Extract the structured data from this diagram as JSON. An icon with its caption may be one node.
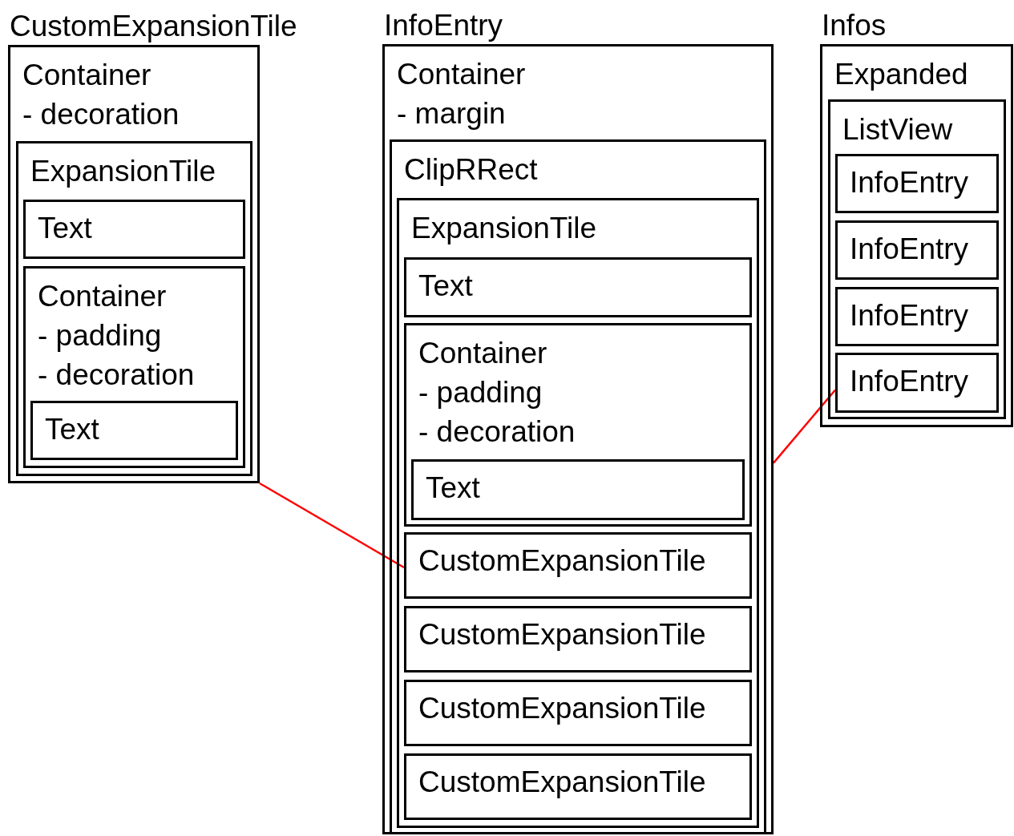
{
  "diagram": {
    "nodes": [
      {
        "text": [
          "CustomExpansionTile",
          "Container - decoration"
        ]
      },
      {
        "text": [
          "ExpansionTile"
        ],
        "in": 0
      },
      {
        "text": [
          "Text"
        ],
        "in": 1
      },
      {
        "text": [
          "Container - padding - decoration"
        ],
        "in": 1
      },
      {
        "text": [
          "Text"
        ],
        "in": 3
      },
      {
        "text": [
          "InfoEntry",
          "Container - margin"
        ]
      },
      {
        "text": [
          "ClipRRect"
        ],
        "in": 5
      },
      {
        "text": [
          "ExpansionTile"
        ],
        "in": 6
      },
      {
        "text": [
          "Text"
        ],
        "in": 7
      },
      {
        "text": [
          "Container - padding - decoration"
        ],
        "in": 7
      },
      {
        "text": [
          "Text"
        ],
        "in": 9
      },
      {
        "text": [
          "CustomExpansionTile"
        ],
        "in": 7
      },
      {
        "text": [
          "CustomExpansionTile"
        ],
        "in": 7
      },
      {
        "text": [
          "CustomExpansionTile"
        ],
        "in": 7
      },
      {
        "text": [
          "CustomExpansionTile"
        ],
        "in": 7
      },
      {
        "text": [
          "Infos",
          "Expanded"
        ]
      },
      {
        "text": [
          "ListView"
        ],
        "in": 15
      },
      {
        "text": [
          "InfoEntry"
        ],
        "in": 16
      },
      {
        "text": [
          "InfoEntry"
        ],
        "in": 16
      },
      {
        "text": [
          "InfoEntry"
        ],
        "in": 16
      },
      {
        "text": [
          "InfoEntry"
        ],
        "in": 16
      }
    ],
    "edges": [
      {
        "from": 0,
        "to": 11,
        "arrow": "none"
      },
      {
        "from": 5,
        "to": 20,
        "arrow": "none"
      }
    ]
  }
}
